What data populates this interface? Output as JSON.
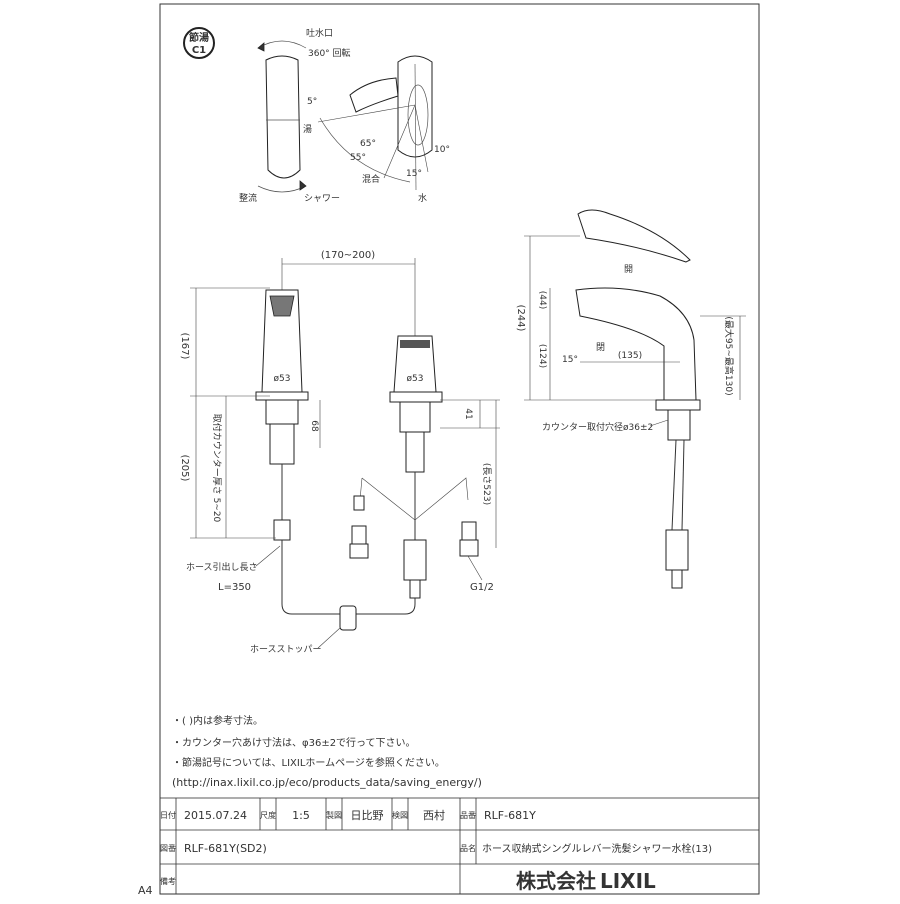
{
  "eco_badge": {
    "top": "節湯",
    "bottom": "C1"
  },
  "top_view": {
    "spout_label": "吐水口",
    "rotation_label": "360° 回転",
    "hot_label": "湯",
    "mixed_label": "混合",
    "water_label": "水",
    "straight_label": "整流",
    "shower_label": "シャワー",
    "angle_5": "5°",
    "angle_65": "65°",
    "angle_55": "55°",
    "angle_10": "10°",
    "angle_15": "15°"
  },
  "front_view": {
    "width_dim": "(170~200)",
    "height_167": "(167)",
    "height_205": "(205)",
    "dia_left": "ø53",
    "dia_right": "ø53",
    "dim_68": "68",
    "dim_41": "41",
    "dim_length": "(長さ523)",
    "counter_thickness": "取付カウンター厚さ 5~20",
    "hose_pull_label": "ホース引出し長さ",
    "hose_pull_value": "L=350",
    "g_thread": "G1/2",
    "stopper_label": "ホースストッパー"
  },
  "side_view": {
    "dim_244": "(244)",
    "dim_44": "(44)",
    "dim_124": "(124)",
    "dim_135": "(135)",
    "dim_15": "15°",
    "dim_range": "(最大95~最高130)",
    "open_top": "開",
    "open_low": "閉",
    "counter_hole": "カウンター取付穴径ø36±2"
  },
  "notes": [
    "・(   )内は参考寸法。",
    "・カウンター穴あけ寸法は、φ36±2で行って下さい。",
    "・節湯記号については、LIXILホームページを参照ください。",
    "(http://inax.lixil.co.jp/eco/products_data/saving_energy/)"
  ],
  "title_block": {
    "date_label": "日付",
    "date": "2015.07.24",
    "scale_label": "尺度",
    "scale": "1:5",
    "drawn_label": "製図",
    "drawn": "日比野",
    "checked_label": "検図",
    "checked": "西村",
    "number_label": "品番",
    "number": "RLF-681Y",
    "drawing_label": "図番",
    "drawing_no": "RLF-681Y(SD2)",
    "name_label": "品名",
    "name": "ホース収納式シングルレバー洗髪シャワー水栓(13)",
    "remarks_label": "備考",
    "company": "株式会社",
    "brand": "LIXIL",
    "paper": "A4"
  }
}
